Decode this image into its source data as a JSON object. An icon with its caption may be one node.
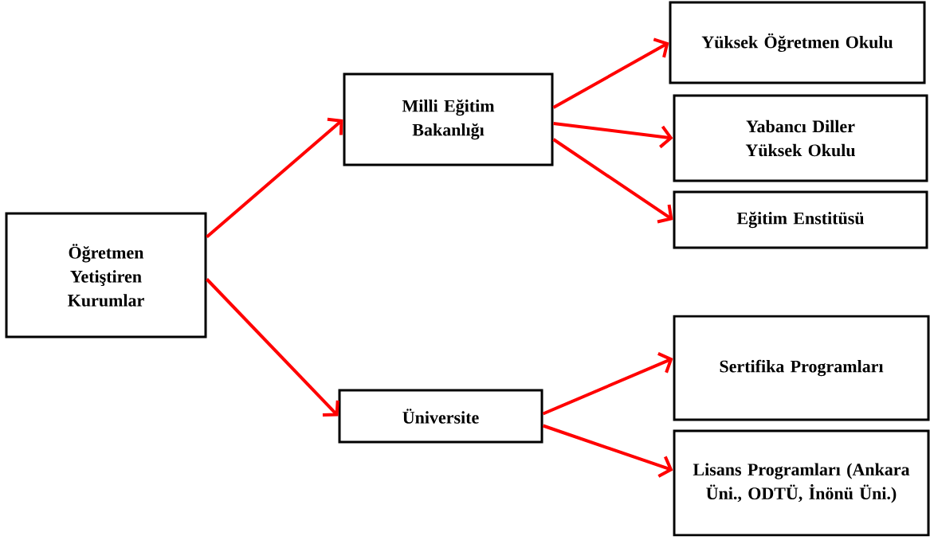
{
  "diagram": {
    "nodes": [
      {
        "text": [
          "Öğretmen Yetiştiren Kurumlar"
        ]
      },
      {
        "text": [
          "Milli Eğitim Bakanlığı"
        ]
      },
      {
        "text": [
          "Yüksek Öğretmen Okulu"
        ]
      },
      {
        "text": [
          "Yabancı Diller Yüksek Okulu"
        ]
      },
      {
        "text": [
          "Eğitim Enstitüsü"
        ]
      },
      {
        "text": [
          "Üniversite"
        ]
      },
      {
        "text": [
          "Sertifika Programları"
        ]
      },
      {
        "text": [
          "Lisans Programları (Ankara Üni., ODTÜ, İnönü Üni.)"
        ]
      }
    ],
    "edges": [
      {
        "from": 0,
        "to": 1,
        "arrow": "to"
      },
      {
        "from": 0,
        "to": 5,
        "arrow": "to"
      },
      {
        "from": 1,
        "to": 2,
        "arrow": "to"
      },
      {
        "from": 1,
        "to": 3,
        "arrow": "to"
      },
      {
        "from": 1,
        "to": 4,
        "arrow": "to"
      },
      {
        "from": 5,
        "to": 6,
        "arrow": "to"
      },
      {
        "from": 5,
        "to": 7,
        "arrow": "to"
      }
    ]
  }
}
